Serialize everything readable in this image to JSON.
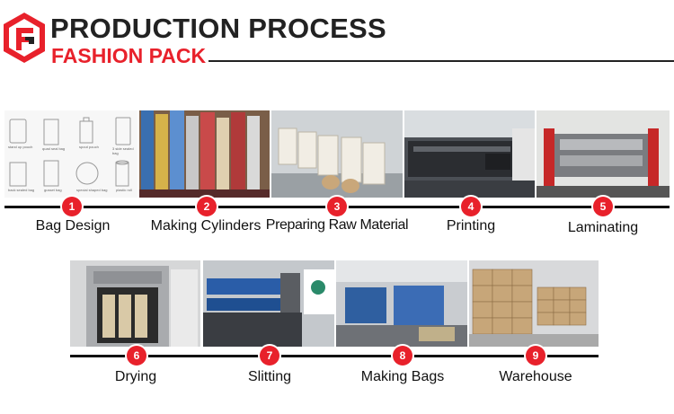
{
  "header": {
    "title": "PRODUCTION PROCESS",
    "subtitle": "FASHION PACK"
  },
  "colors": {
    "accent": "#e8212b",
    "text": "#111111",
    "rule": "#222222"
  },
  "steps": [
    {
      "number": "1",
      "label": "Bag Design",
      "icon": "bag-design-photo"
    },
    {
      "number": "2",
      "label": "Making Cylinders",
      "icon": "cylinders-photo"
    },
    {
      "number": "3",
      "label": "Preparing Raw Material",
      "icon": "raw-material-photo"
    },
    {
      "number": "4",
      "label": "Printing",
      "icon": "printing-photo"
    },
    {
      "number": "5",
      "label": "Laminating",
      "icon": "laminating-photo"
    },
    {
      "number": "6",
      "label": "Drying",
      "icon": "drying-photo"
    },
    {
      "number": "7",
      "label": "Slitting",
      "icon": "slitting-photo"
    },
    {
      "number": "8",
      "label": "Making Bags",
      "icon": "making-bags-photo"
    },
    {
      "number": "9",
      "label": "Warehouse",
      "icon": "warehouse-photo"
    }
  ],
  "bag_design_captions": [
    "stand up pouch",
    "quad seal bag",
    "spout pouch",
    "3 side sealed bag",
    "back sealed bag",
    "gusset bag",
    "special shaped bag",
    "plastic roll"
  ]
}
